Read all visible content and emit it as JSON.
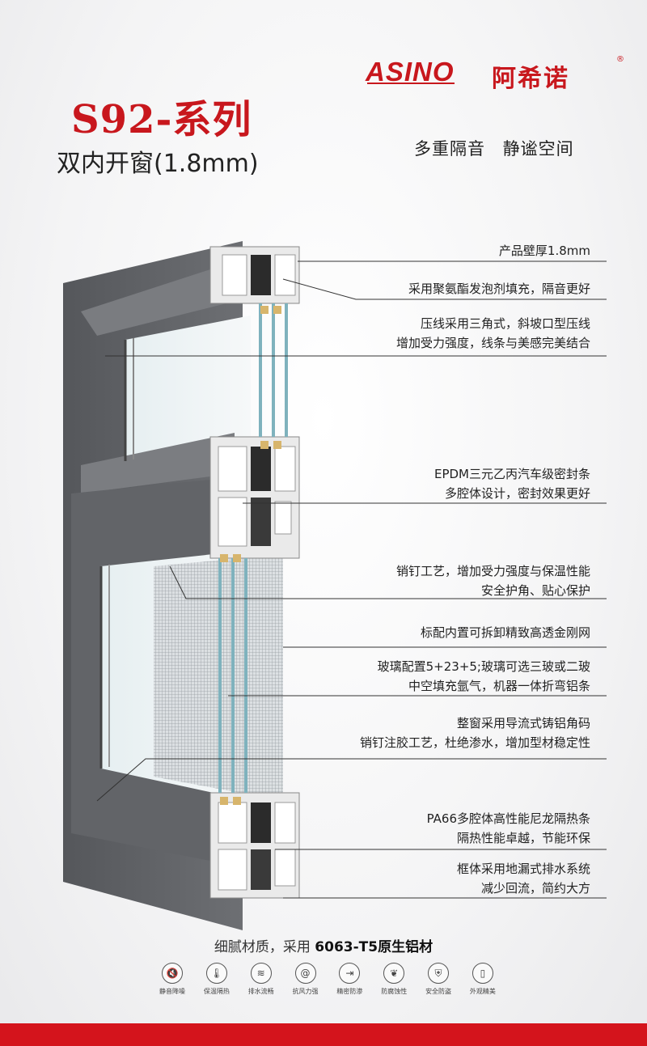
{
  "brand": {
    "logo_text": "ASINO",
    "chinese_name": "阿希诺",
    "registered_mark": "®"
  },
  "title": "S92-系列",
  "subtitle": "双内开窗(1.8mm)",
  "slogan": "多重隔音 静谧空间",
  "annotations": [
    {
      "lines": [
        "产品壁厚1.8mm"
      ]
    },
    {
      "lines": [
        "采用聚氨酯发泡剂填充，隔音更好"
      ]
    },
    {
      "lines": [
        "压线采用三角式，斜坡口型压线",
        "增加受力强度，线条与美感完美结合"
      ]
    },
    {
      "lines": [
        "EPDM三元乙丙汽车级密封条",
        "多腔体设计，密封效果更好"
      ]
    },
    {
      "lines": [
        "销钉工艺，增加受力强度与保温性能",
        "安全护角、贴心保护"
      ]
    },
    {
      "lines": [
        "标配内置可拆卸精致高透金刚网"
      ]
    },
    {
      "lines": [
        "玻璃配置5+23+5;玻璃可选三玻或二玻",
        "中空填充氩气，机器一体折弯铝条"
      ]
    },
    {
      "lines": [
        "整窗采用导流式铸铝角码",
        "销钉注胶工艺，杜绝渗水，增加型材稳定性"
      ]
    },
    {
      "lines": [
        "PA66多腔体高性能尼龙隔热条",
        "隔热性能卓越，节能环保"
      ]
    },
    {
      "lines": [
        "框体采用地漏式排水系统",
        "减少回流，简约大方"
      ]
    }
  ],
  "material": {
    "prefix": "细腻材质，采用 ",
    "highlight": "6063-T5原生铝材"
  },
  "features": [
    {
      "label": "静音降噪",
      "icon": "mute-speaker-icon"
    },
    {
      "label": "保温隔热",
      "icon": "thermometer-icon"
    },
    {
      "label": "排水流畅",
      "icon": "water-waves-icon"
    },
    {
      "label": "抗风力强",
      "icon": "wind-spiral-icon"
    },
    {
      "label": "精密防渗",
      "icon": "arrows-inward-icon"
    },
    {
      "label": "防腐蚀性",
      "icon": "shield-leaf-icon"
    },
    {
      "label": "安全防盗",
      "icon": "lock-shield-icon"
    },
    {
      "label": "外观精美",
      "icon": "door-frame-icon"
    }
  ],
  "colors": {
    "brand_red": "#c8171d",
    "frame_gray": "#5f6165",
    "glass": "#cfe3e8",
    "bar_red": "#d4141c"
  }
}
